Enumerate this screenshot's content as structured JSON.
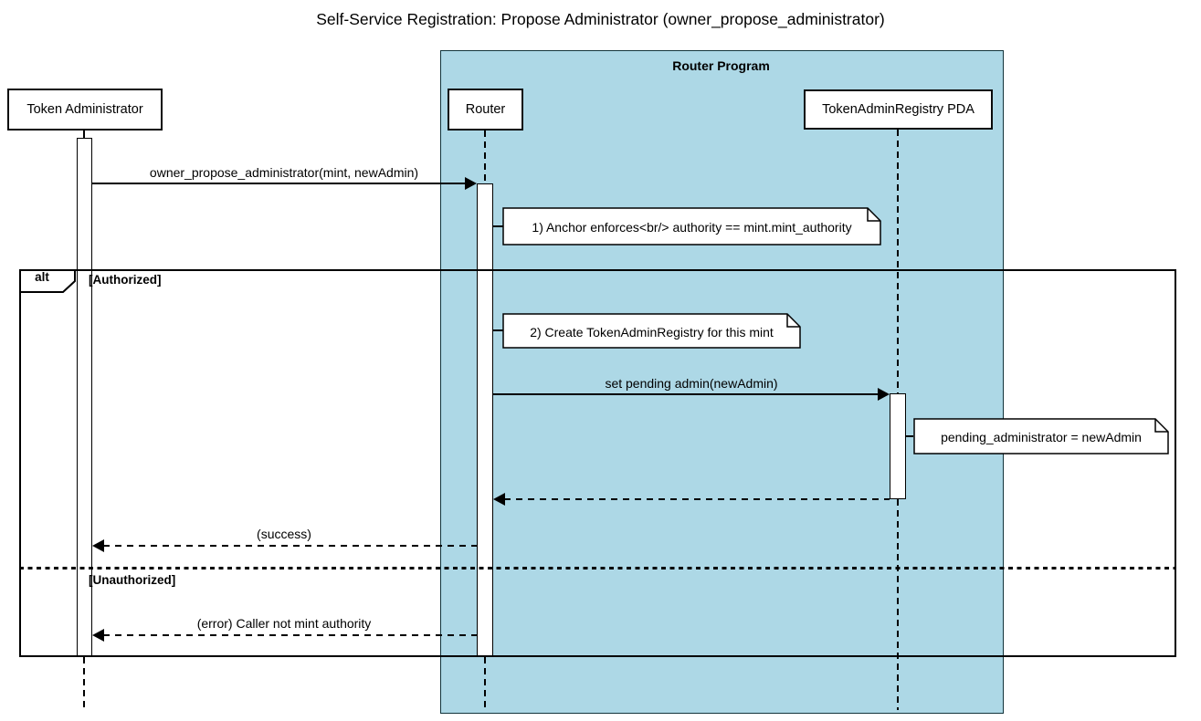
{
  "title": "Self-Service Registration: Propose Administrator (owner_propose_administrator)",
  "colors": {
    "fragment_bg": "#ADD8E6",
    "participant_bg": "#FFFFFF"
  },
  "fragment": {
    "label": "Router Program"
  },
  "participants": {
    "token_admin": "Token Administrator",
    "router": "Router",
    "registry_pda": "TokenAdminRegistry PDA"
  },
  "messages": {
    "propose": "owner_propose_administrator(mint, newAdmin)",
    "set_pending": "set pending admin(newAdmin)",
    "success": "(success)",
    "error": "(error) Caller not mint authority"
  },
  "notes": {
    "anchor_enforces": "1) Anchor enforces<br/> authority == mint.mint_authority",
    "create_registry": "2) Create TokenAdminRegistry for this mint",
    "pending_admin": "pending_administrator = newAdmin"
  },
  "alt": {
    "operator": "alt",
    "guard_authorized": "[Authorized]",
    "guard_unauthorized": "[Unauthorized]"
  }
}
